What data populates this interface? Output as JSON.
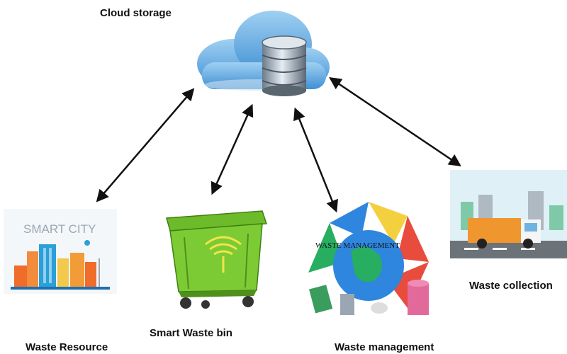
{
  "diagram": {
    "hub": {
      "label": "Cloud storage"
    },
    "nodes": [
      {
        "id": "smart-city",
        "label": "Waste Resource",
        "image_text": "SMART CITY"
      },
      {
        "id": "smart-bin",
        "label": "Smart Waste bin"
      },
      {
        "id": "waste-mgmt",
        "label": "Waste management",
        "image_text": "WASTE MANAGEMENT"
      },
      {
        "id": "collection",
        "label": "Waste collection"
      }
    ],
    "connectors": "bidirectional-arrows"
  }
}
